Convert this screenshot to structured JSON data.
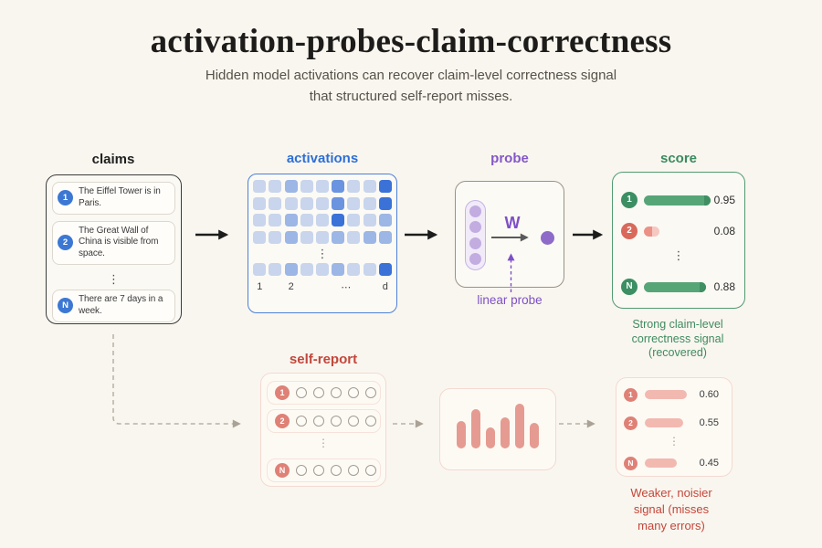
{
  "title": "activation-probes-claim-correctness",
  "subtitle_lines": [
    "Hidden model activations can recover claim-level correctness signal",
    "that structured self-report misses."
  ],
  "glyphs": {
    "ellipsis_v": "⋮",
    "ellipsis_h": "⋯"
  },
  "colors": {
    "background": "#f9f6ef",
    "blue_accent": "#3c78d3",
    "blue_header": "#2e6fd6",
    "purple_accent": "#7d50c6",
    "green_accent": "#3a8a60",
    "green_bar": "#56a577",
    "red_accent": "#c4463a",
    "salmon_badge": "#df8176",
    "pink_bar": "#f2b9b1"
  },
  "claims": {
    "header": "claims",
    "items": [
      {
        "badge": "1",
        "text": "The Eiffel Tower is in Paris."
      },
      {
        "badge": "2",
        "text": "The Great Wall of China is visible from space."
      },
      {
        "badge": "N",
        "text": "There are 7 days in a week."
      }
    ]
  },
  "activations": {
    "header": "activations",
    "cell_color": "#3b72d8",
    "shade_levels": {
      "1": 0.15,
      "2": 0.27,
      "3": 0.5,
      "4": 0.75,
      "5": 1
    },
    "grid_rows": [
      [
        2,
        2,
        3,
        2,
        2,
        4,
        2,
        2,
        5
      ],
      [
        2,
        2,
        2,
        2,
        2,
        4,
        2,
        2,
        5
      ],
      [
        2,
        2,
        3,
        2,
        2,
        5,
        2,
        2,
        3
      ],
      [
        2,
        2,
        3,
        2,
        2,
        3,
        2,
        3,
        3
      ]
    ],
    "last_row": [
      2,
      2,
      3,
      2,
      2,
      3,
      2,
      2,
      5
    ],
    "axis_labels": [
      "1",
      "2",
      "⋯",
      "d"
    ]
  },
  "probe": {
    "header": "probe",
    "weight_label": "W",
    "caption": "linear probe",
    "input_nodes": 4
  },
  "score": {
    "header": "score",
    "rows": [
      {
        "badge": "1",
        "tone": "green",
        "value": 0.95,
        "display": "0.95"
      },
      {
        "badge": "2",
        "tone": "red",
        "value": 0.08,
        "display": "0.08"
      },
      {
        "badge": "N",
        "tone": "green",
        "value": 0.88,
        "display": "0.88"
      }
    ],
    "annotation_lines": [
      "Strong claim-level",
      "correctness signal",
      "(recovered)"
    ]
  },
  "self_report": {
    "header": "self-report",
    "rows": [
      {
        "badge": "1"
      },
      {
        "badge": "2"
      },
      {
        "badge": "N"
      }
    ],
    "options_per_row": 5
  },
  "signal_bars": {
    "heights": [
      30,
      43,
      23,
      34,
      49,
      28
    ]
  },
  "weak_score": {
    "rows": [
      {
        "badge": "1",
        "value": 0.6,
        "display": "0.60"
      },
      {
        "badge": "2",
        "value": 0.55,
        "display": "0.55"
      },
      {
        "badge": "N",
        "value": 0.45,
        "display": "0.45"
      }
    ],
    "annotation_lines": [
      "Weaker, noisier",
      "signal (misses",
      "many errors)"
    ]
  }
}
